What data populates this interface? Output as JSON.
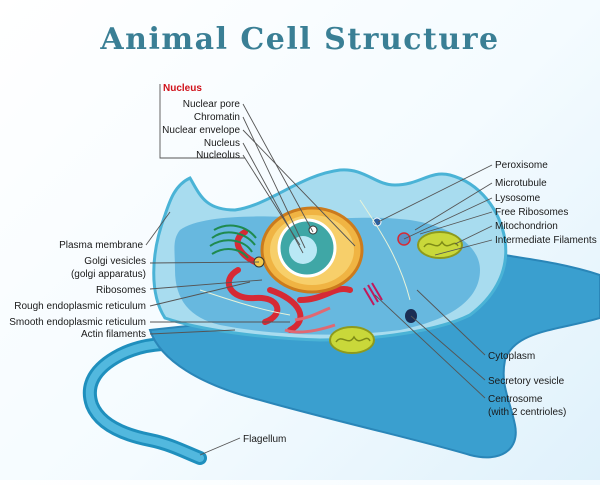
{
  "title": "Animal Cell Structure",
  "nucleus_group": {
    "heading": "Nucleus",
    "items": [
      "Nuclear pore",
      "Chromatin",
      "Nuclear envelope",
      "Nucleus",
      "Nucleolus"
    ]
  },
  "left_labels": {
    "plasma_membrane": "Plasma membrane",
    "golgi_vesicles": "Golgi vesicles",
    "golgi_apparatus": "(golgi apparatus)",
    "ribosomes": "Ribosomes",
    "rough_er": "Rough endoplasmic reticulum",
    "smooth_er": "Smooth endoplasmic reticulum",
    "actin": "Actin filaments"
  },
  "right_labels": {
    "peroxisome": "Peroxisome",
    "microtubule": "Microtubule",
    "lysosome": "Lysosome",
    "free_ribosomes": "Free Ribosomes",
    "mitochondrion": "Mitochondrion",
    "intermediate_filaments": "Intermediate Filaments",
    "cytoplasm": "Cytoplasm",
    "secretory_vesicle": "Secretory vesicle",
    "centrosome": "Centrosome",
    "centrosome_sub": "(with 2 centrioles)"
  },
  "bottom_labels": {
    "flagellum": "Flagellum"
  },
  "colors": {
    "title": "#3a7f95",
    "nucleus_heading": "#d0121b",
    "membrane_outer": "#4ab3d6",
    "cytoplasm": "#8fd0ea",
    "inner_cytoplasm": "#5fb4dd",
    "nucleus_envelope": "#f0b443",
    "nucleolus": "#1a9f9c",
    "rough_er": "#d62a35",
    "mitochondrion": "#c9d83a",
    "golgi": "#1f8a4f"
  }
}
